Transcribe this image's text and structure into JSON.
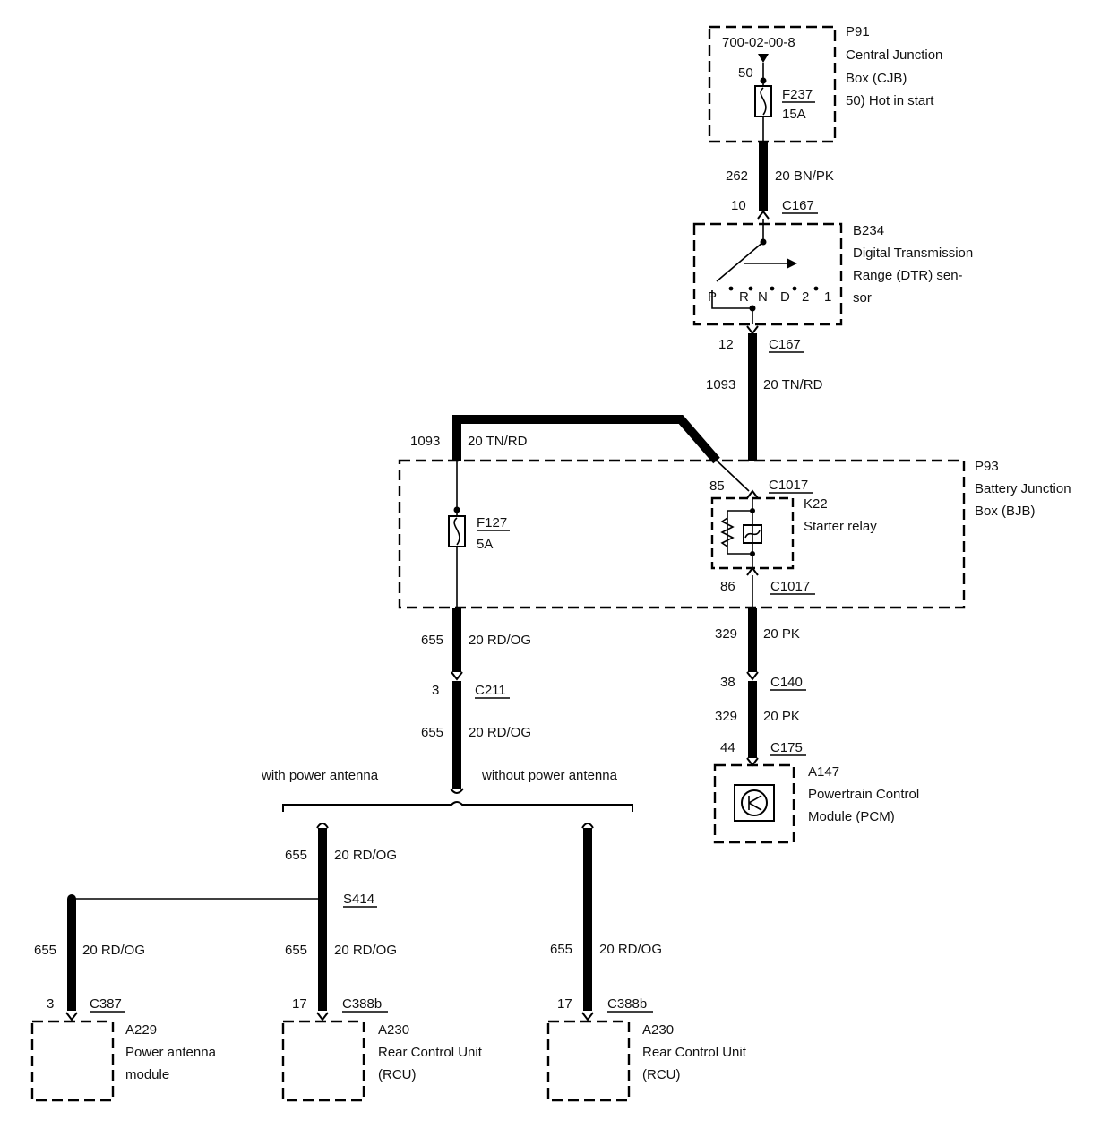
{
  "labels": {
    "p91_part": "700-02-00-8",
    "p91_id": "P91",
    "p91_name1": "Central Junction",
    "p91_name2": "Box (CJB)",
    "p91_name3": "50)   Hot in start",
    "p91_pin": "50",
    "f237_id": "F237",
    "f237_rating": "15A",
    "c262_circuit": "262",
    "c262_wire": "20 BN/PK",
    "c167a_pin": "10",
    "c167a_conn": "C167",
    "b234_id": "B234",
    "b234_name1": "Digital Transmission",
    "b234_name2": "Range (DTR) sen-",
    "b234_name3": "sor",
    "prnd_p": "P",
    "prnd_r": "R",
    "prnd_n": "N",
    "prnd_d": "D",
    "prnd_2": "2",
    "prnd_1": "1",
    "c167b_pin": "12",
    "c167b_conn": "C167",
    "c1093_circuit": "1093",
    "c1093_wire": "20 TN/RD",
    "c1093b_circuit": "1093",
    "c1093b_wire": "20 TN/RD",
    "p93_id": "P93",
    "p93_name1": "Battery Junction",
    "p93_name2": "Box (BJB)",
    "c1017a_pin": "85",
    "c1017a_conn": "C1017",
    "k22_id": "K22",
    "k22_name": "Starter relay",
    "f127_id": "F127",
    "f127_rating": "5A",
    "c1017b_pin": "86",
    "c1017b_conn": "C1017",
    "c655a_circuit": "655",
    "c655a_wire": "20 RD/OG",
    "c329a_circuit": "329",
    "c329a_wire": "20 PK",
    "c211_pin": "3",
    "c211_conn": "C211",
    "c140_pin": "38",
    "c140_conn": "C140",
    "c655b_circuit": "655",
    "c655b_wire": "20 RD/OG",
    "c329b_circuit": "329",
    "c329b_wire": "20 PK",
    "c175_pin": "44",
    "c175_conn": "C175",
    "a147_id": "A147",
    "a147_name1": "Powertrain Control",
    "a147_name2": "Module (PCM)",
    "opt_with": "with power antenna",
    "opt_without": "without power antenna",
    "c655c_circuit": "655",
    "c655c_wire": "20 RD/OG",
    "s414": "S414",
    "c655d_circuit": "655",
    "c655d_wire": "20 RD/OG",
    "c655e_circuit": "655",
    "c655e_wire": "20 RD/OG",
    "c655f_circuit": "655",
    "c655f_wire": "20 RD/OG",
    "c387_pin": "3",
    "c387_conn": "C387",
    "c388a_pin": "17",
    "c388a_conn": "C388b",
    "c388b_pin": "17",
    "c388b_conn": "C388b",
    "a229_id": "A229",
    "a229_name1": "Power antenna",
    "a229_name2": "module",
    "a230a_id": "A230",
    "a230a_name1": "Rear Control Unit",
    "a230a_name2": "(RCU)",
    "a230b_id": "A230",
    "a230b_name1": "Rear Control Unit",
    "a230b_name2": "(RCU)"
  }
}
